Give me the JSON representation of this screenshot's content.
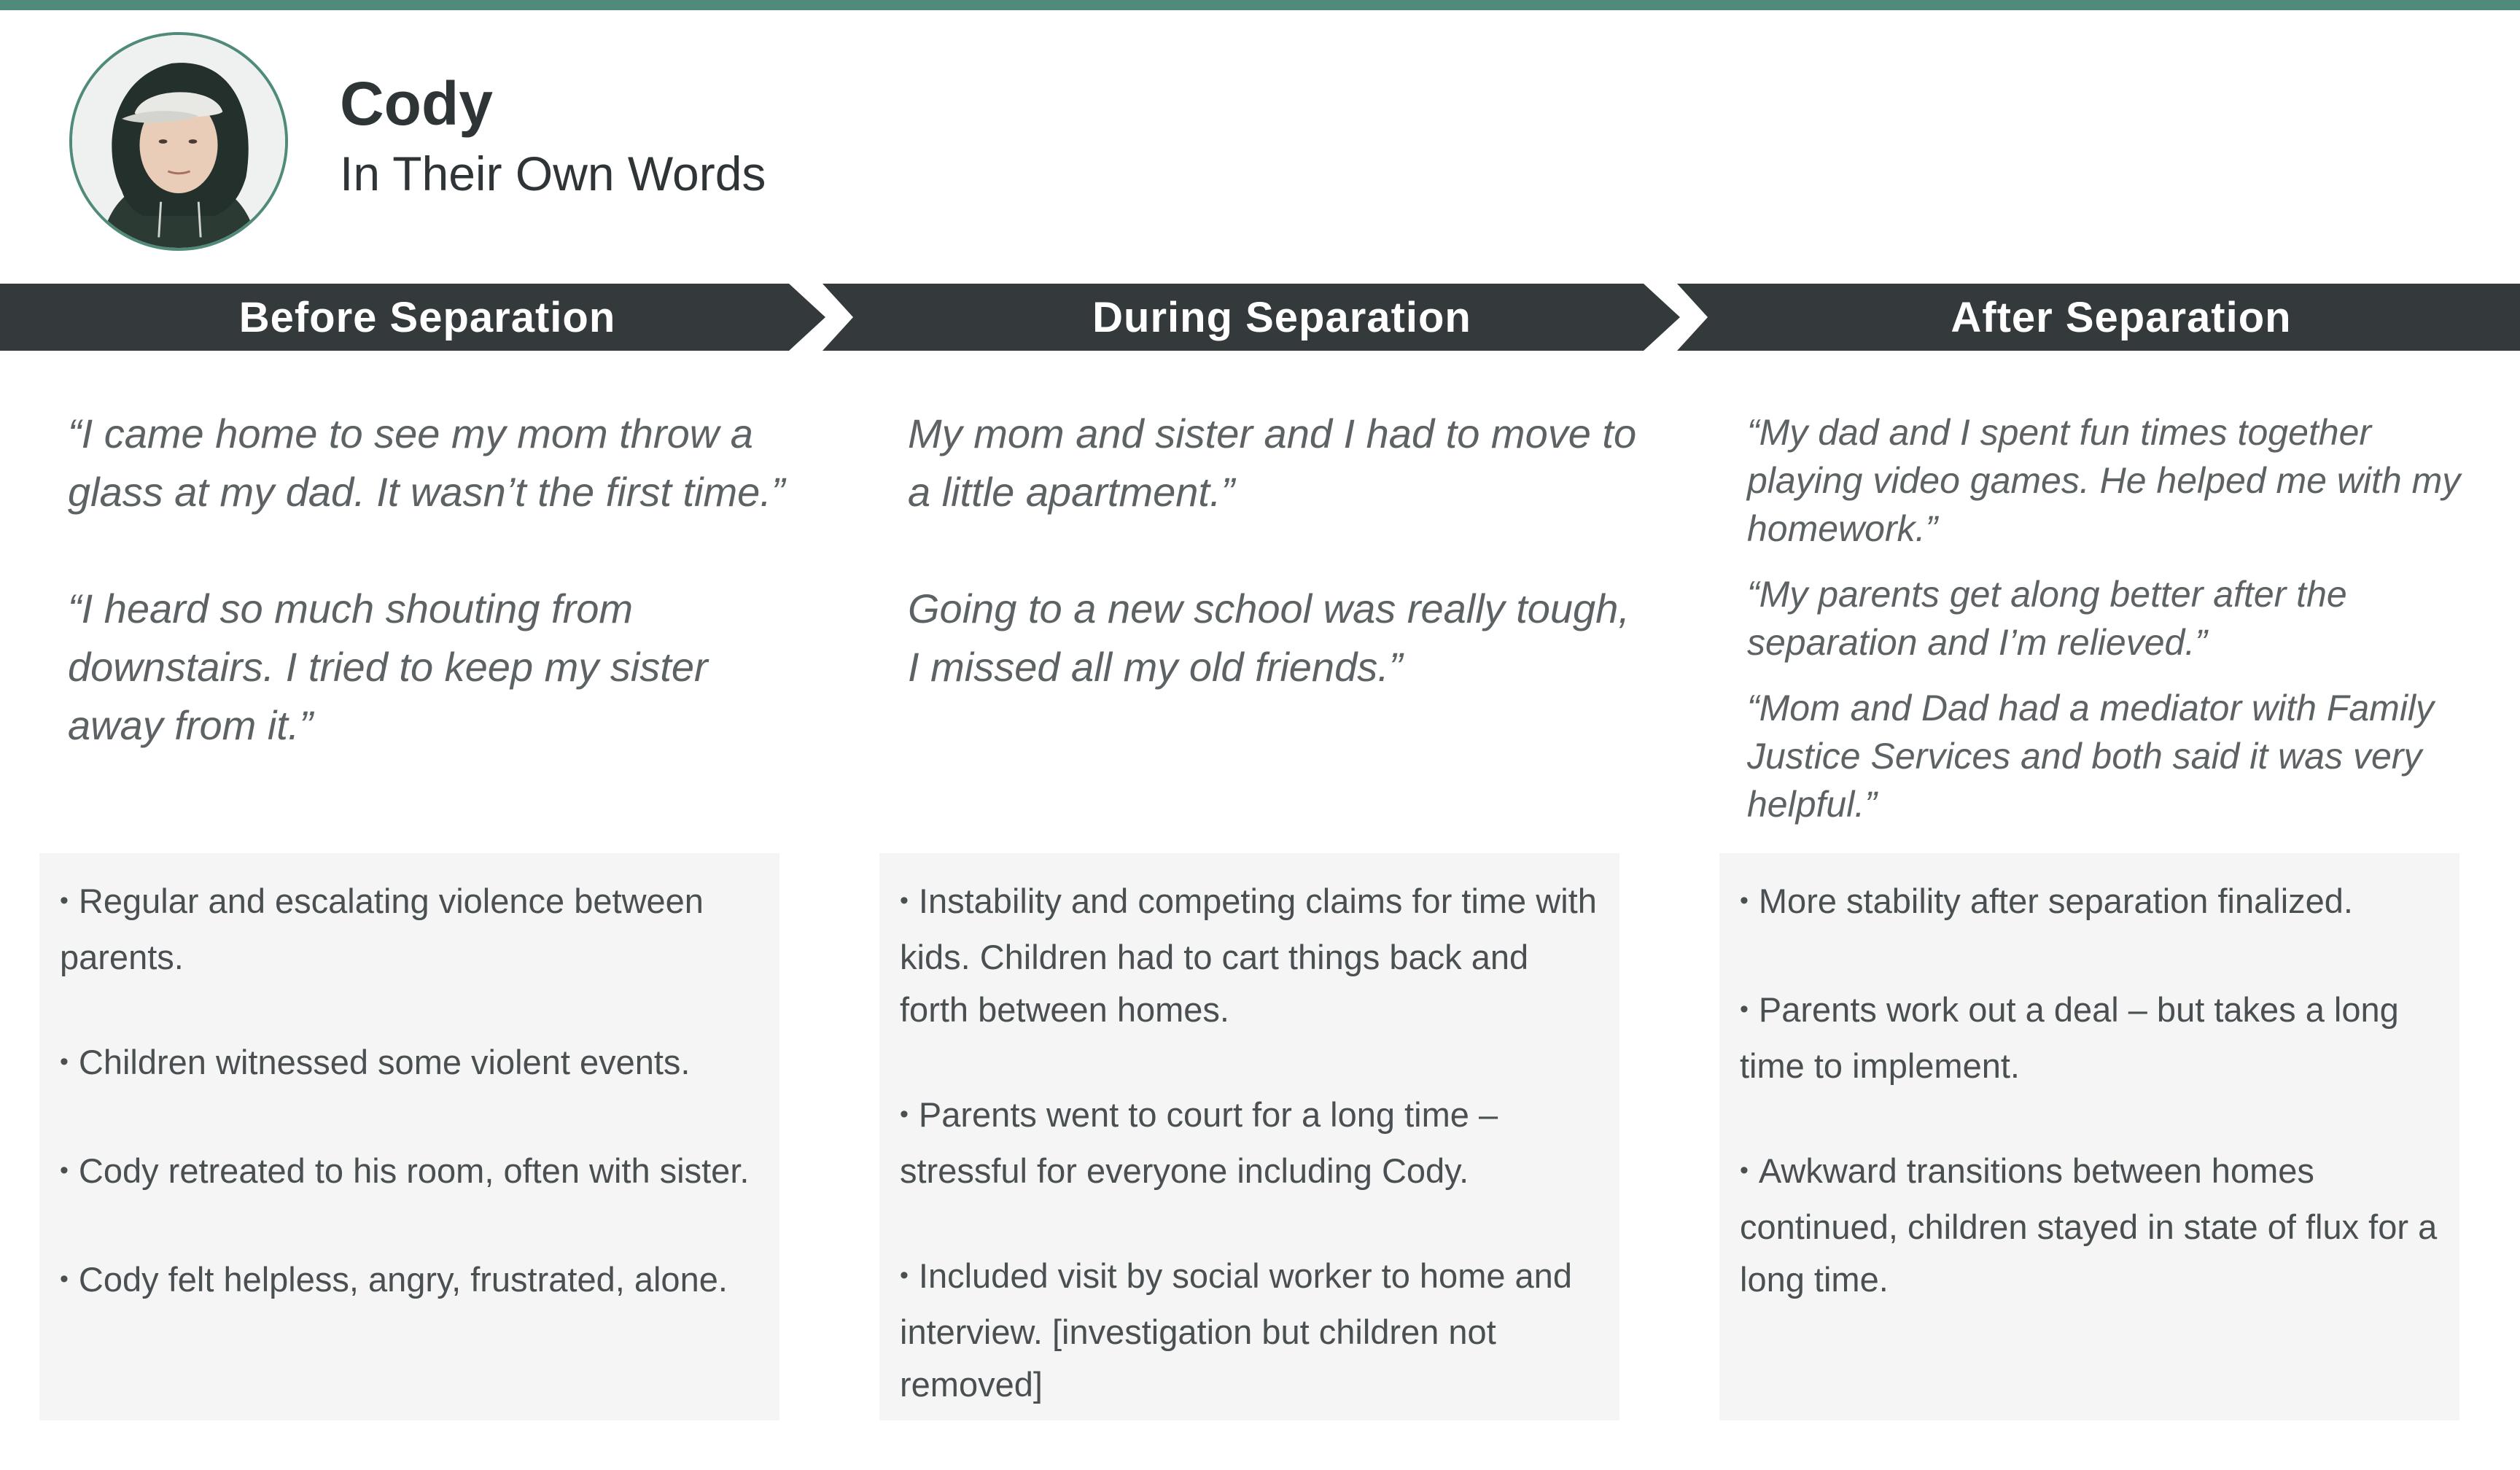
{
  "header": {
    "name": "Cody",
    "subtitle": "In Their Own Words"
  },
  "colors": {
    "accent": "#4f8a7b",
    "banner": "#34393c",
    "panel": "#f4f5f4"
  },
  "phases": [
    {
      "label": "Before Separation",
      "quotes": [
        "“I came home to see my mom throw a glass at my dad. It wasn’t the first time.”",
        "“I heard so much shouting from downstairs. I tried to keep my sister away from it.”"
      ],
      "facts": [
        "Regular and escalating violence between parents.",
        "Children witnessed some violent events.",
        "Cody retreated to his room, often with sister.",
        "Cody felt helpless, angry, frustrated, alone."
      ]
    },
    {
      "label": "During Separation",
      "quotes": [
        "My mom and sister and I had to move to a little apartment.”",
        "Going to a new school was really tough, I missed all my old friends.”"
      ],
      "facts": [
        "Instability and competing claims for time with kids. Children had to cart things back and forth between homes.",
        "Parents went to court for a long time – stressful for everyone including Cody.",
        "Included visit by social worker to home and interview. [investigation but children not removed]"
      ]
    },
    {
      "label": "After Separation",
      "quotes": [
        "“My dad and I spent fun times together playing video games. He helped me with my homework.”",
        "“My parents get along better after the separation and I’m relieved.”",
        "“Mom and Dad had a mediator with Family Justice Services and both said it was very helpful.”"
      ],
      "facts": [
        "More stability after separation finalized.",
        "Parents work out a deal – but takes a long time to implement.",
        "Awkward transitions between homes continued, children stayed in state of flux for a long time."
      ]
    }
  ],
  "bullet_glyph": "•"
}
